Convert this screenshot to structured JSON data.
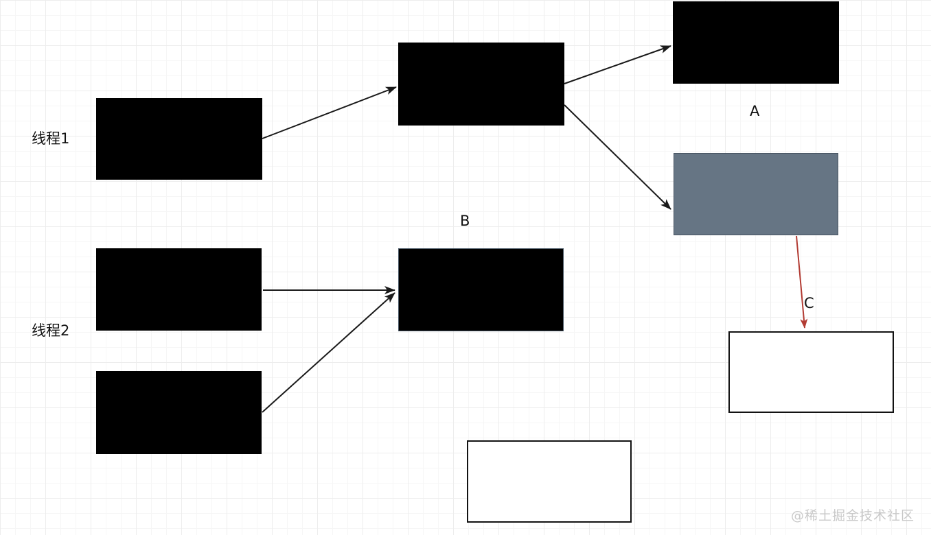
{
  "diagram": {
    "thread1_label": "线程1",
    "thread2_label": "线程2",
    "label_a": "A",
    "label_b": "B",
    "label_c": "C"
  },
  "watermark": "@稀土掘金技术社区",
  "colors": {
    "node-black": "#000000",
    "node-gray-fill": "#667584",
    "node-gray-border": "#45515f",
    "node-b-border": "#4a5866",
    "white-node-fill": "#ffffff",
    "white-node-border": "#121212",
    "arrow-black": "#1a1a1a",
    "arrow-red": "#b23b33",
    "label-color": "#111111",
    "watermark-color": "#c9c9c9",
    "grid-minor": "#f6f6f6",
    "grid-major": "#ededed"
  },
  "structure": {
    "nodes": [
      {
        "id": "thread1-box",
        "row": "线程1",
        "style": "black"
      },
      {
        "id": "mid-top-box",
        "style": "black"
      },
      {
        "id": "top-right-box",
        "style": "black",
        "caption_below": "A"
      },
      {
        "id": "gray-box",
        "style": "gray"
      },
      {
        "id": "thread2-box-1",
        "row": "线程2",
        "style": "black"
      },
      {
        "id": "b-box",
        "style": "black",
        "caption_above": "B"
      },
      {
        "id": "thread2-box-2",
        "row": "线程2",
        "style": "black"
      },
      {
        "id": "white-box-right",
        "style": "white-outline"
      },
      {
        "id": "white-box-bottom",
        "style": "white-outline"
      }
    ],
    "edges": [
      {
        "from": "thread1-box",
        "to": "mid-top-box",
        "color": "black"
      },
      {
        "from": "mid-top-box",
        "to": "top-right-box",
        "color": "black"
      },
      {
        "from": "mid-top-box",
        "to": "gray-box",
        "color": "black"
      },
      {
        "from": "thread2-box-1",
        "to": "b-box",
        "color": "black"
      },
      {
        "from": "thread2-box-2",
        "to": "b-box",
        "color": "black"
      },
      {
        "from": "gray-box",
        "to": "white-box-right",
        "color": "red",
        "caption": "C"
      }
    ]
  }
}
